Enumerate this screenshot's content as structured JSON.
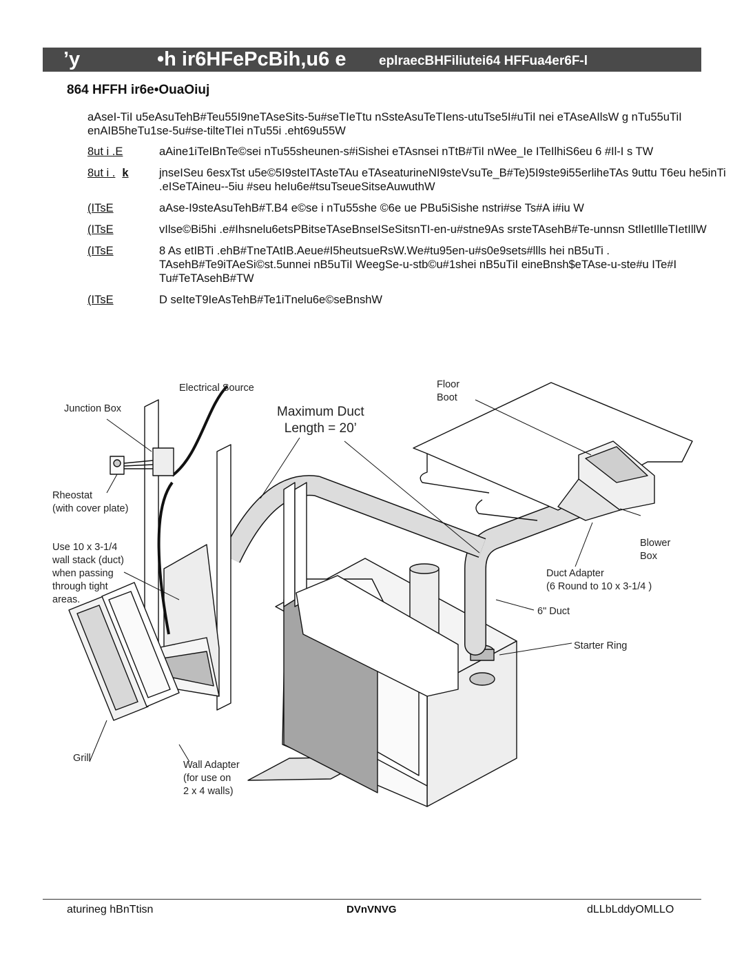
{
  "header": {
    "section_number": "’y",
    "title": "•h ir6HFePcBih,u6 e",
    "subtitle": "eplraecBHFiliutei64 HFFua4er6F-l",
    "bar_color": "#4a4a4a"
  },
  "section_heading": "864 HFFH ir6e•OuaOiuj",
  "intro_text": "aAseI-TiI u5eAsuTehB#Teu55I9neTAseSits-5u#seTIeTtu nSsteAsuTeTIens-utuTse5I#uTiI nei eTAseAIlsW g nTu55uTiI enAIB5heTu1se-5u#se-tilteTIei nTu55i .eht69u55W",
  "notes": [
    {
      "label": "8ut i .E",
      "text": "aAine1iTeIBnTe©sei nTu55sheunen-s#iSishei eTAsnsei nTtB#TiI nWee_Ie ITeIlhiS6eu 6 #Il-I s TW"
    },
    {
      "label": "8ut i .",
      "label_suffix": "k",
      "text": "jnseISeu 6esxTst u5e©5I9steITAsteTAu eTAseaturineNI9steVsuTe_B#Te)5I9ste9i55erliheTAs 9uttu T6eu he5inTi .eISeTAineu--5iu #seu heIu6e#tsuTseueSitseAuwuthW"
    },
    {
      "label": "(ITsE",
      "text": "aAse-I9steAsuTehB#T.B4 e©se i nTu55she ©6e ue PBu5iSishe nstri#se Ts#A i#iu W"
    },
    {
      "label": "(ITsE",
      "text": "vIlse©Bi5hi .e#Ihsnelu6etsPBitseTAseBnseISeSitsnTI-en-u#stne9As srsteTAsehB#Te-unnsn StlIetIlleTIetIllW"
    },
    {
      "label": "(ITsE",
      "text": "8 As etIBTi .ehB#TneTAtIB.Aeue#I5heutsueRsW.We#tu95en-u#s0e9sets#llls hei nB5uTi . TAsehB#Te9iTAeSi©st.5unnei nB5uTiI WeegSe-u-stb©u#1shei nB5uTiI eineBnsh$eTAse-u-ste#u ITe#I Tu#TeTAsehB#TW"
    },
    {
      "label": "(ITsE",
      "text": "D seIteT9IeAsTehB#Te1iTnelu6e©seBnshW"
    }
  ],
  "diagram": {
    "labels": {
      "electrical_source": "Electrical Source",
      "junction_box": "Junction Box",
      "max_duct": "Maximum Duct\nLength = 20’",
      "floor_boot": "Floor\nBoot",
      "rheostat": "Rheostat\n(with cover plate)",
      "wall_stack": "Use 10  x 3-1/4\nwall stack (duct)\nwhen passing\nthrough tight\nareas.",
      "blower_box": "Blower\nBox",
      "duct_adapter": "Duct Adapter\n(6  Round to 10 x 3-1/4 )",
      "six_inch_duct": "6\" Duct",
      "starter_ring": "Starter Ring",
      "grill": "Grill",
      "wall_adapter": "Wall Adapter\n(for use on\n2 x 4 walls)"
    }
  },
  "footer": {
    "left": "aturineg hBnTtisn",
    "center": "DVnVNVG",
    "right": "dLLbLddyOMLLO"
  }
}
